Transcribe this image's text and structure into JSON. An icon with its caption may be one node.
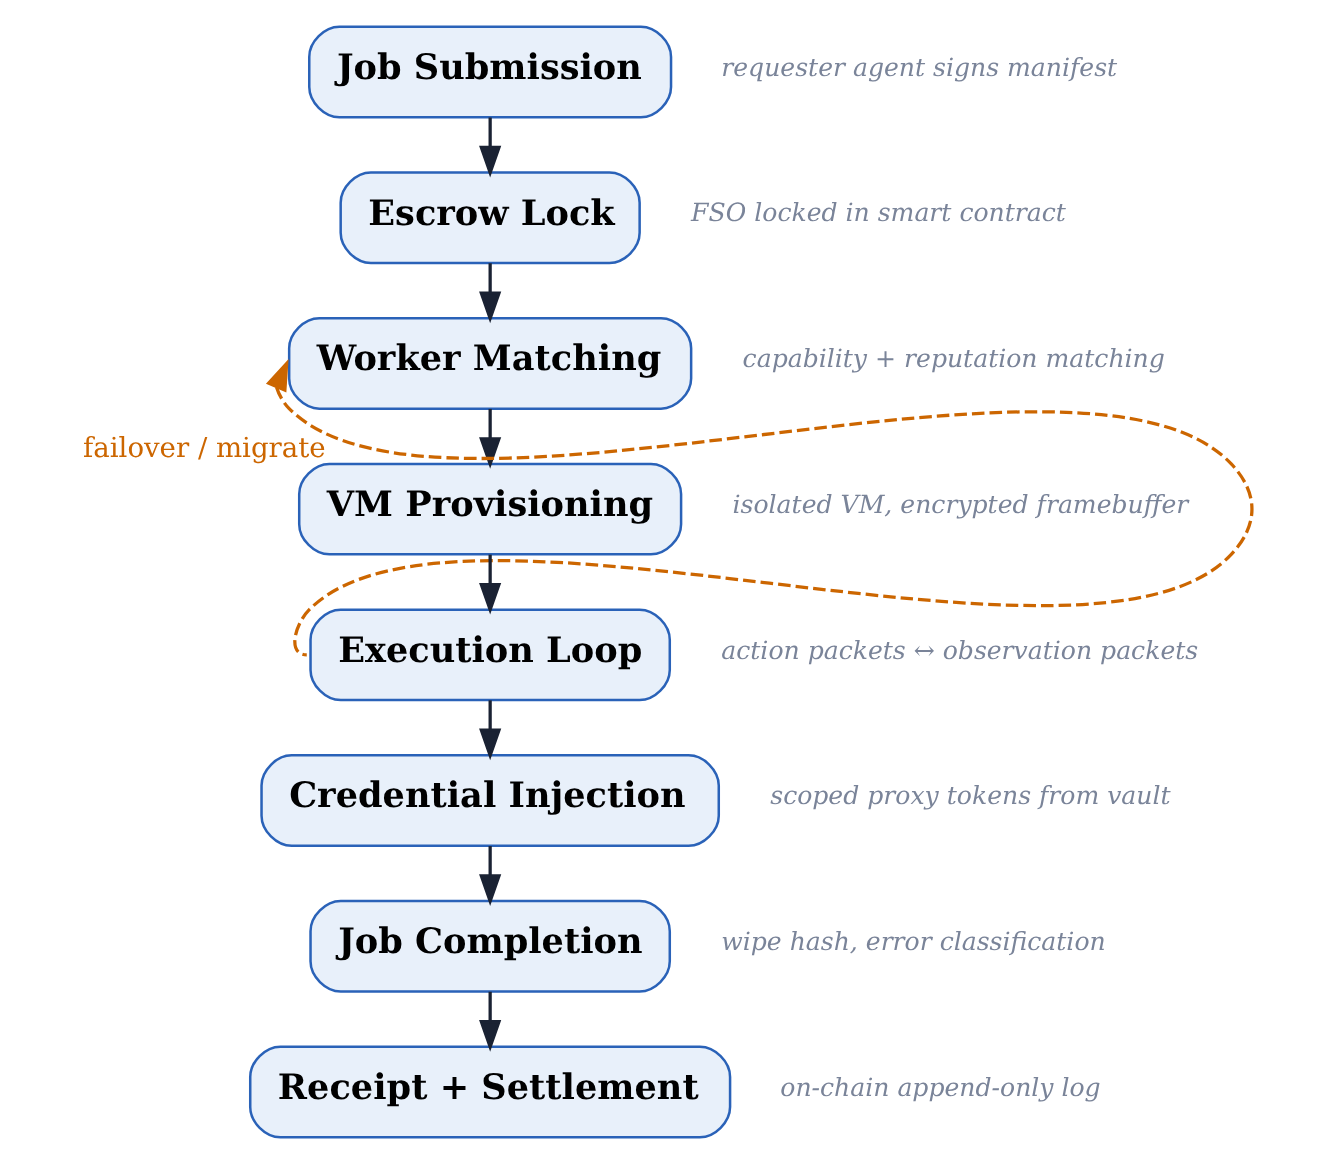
{
  "diagram": {
    "nodes": [
      {
        "text": [
          "Job Submission"
        ],
        "beside": [
          "requester agent signs manifest"
        ]
      },
      {
        "text": [
          "Escrow Lock"
        ],
        "beside": [
          "FSO locked in smart contract"
        ]
      },
      {
        "text": [
          "Worker Matching"
        ],
        "beside": [
          "capability + reputation matching"
        ]
      },
      {
        "text": [
          "VM Provisioning"
        ],
        "beside": [
          "isolated VM, encrypted framebuffer"
        ]
      },
      {
        "text": [
          "Execution Loop"
        ],
        "beside": [
          "action packets ↔ observation packets"
        ]
      },
      {
        "text": [
          "Credential Injection"
        ],
        "beside": [
          "scoped proxy tokens from vault"
        ]
      },
      {
        "text": [
          "Job Completion"
        ],
        "beside": [
          "wipe hash, error classification"
        ]
      },
      {
        "text": [
          "Receipt + Settlement"
        ],
        "beside": [
          "on-chain append-only log"
        ]
      }
    ],
    "edges": [
      {
        "from": 0,
        "to": 1,
        "arrow": "to"
      },
      {
        "from": 1,
        "to": 2,
        "arrow": "to"
      },
      {
        "from": 2,
        "to": 3,
        "arrow": "to"
      },
      {
        "from": 3,
        "to": 4,
        "arrow": "to"
      },
      {
        "from": 4,
        "to": 5,
        "arrow": "to"
      },
      {
        "from": 5,
        "to": 6,
        "arrow": "to"
      },
      {
        "from": 6,
        "to": 7,
        "arrow": "to"
      },
      {
        "from": 4,
        "to": 2,
        "arrow": "to",
        "label": "failover / migrate",
        "style": "dashed",
        "color": "#cc6600"
      }
    ]
  }
}
